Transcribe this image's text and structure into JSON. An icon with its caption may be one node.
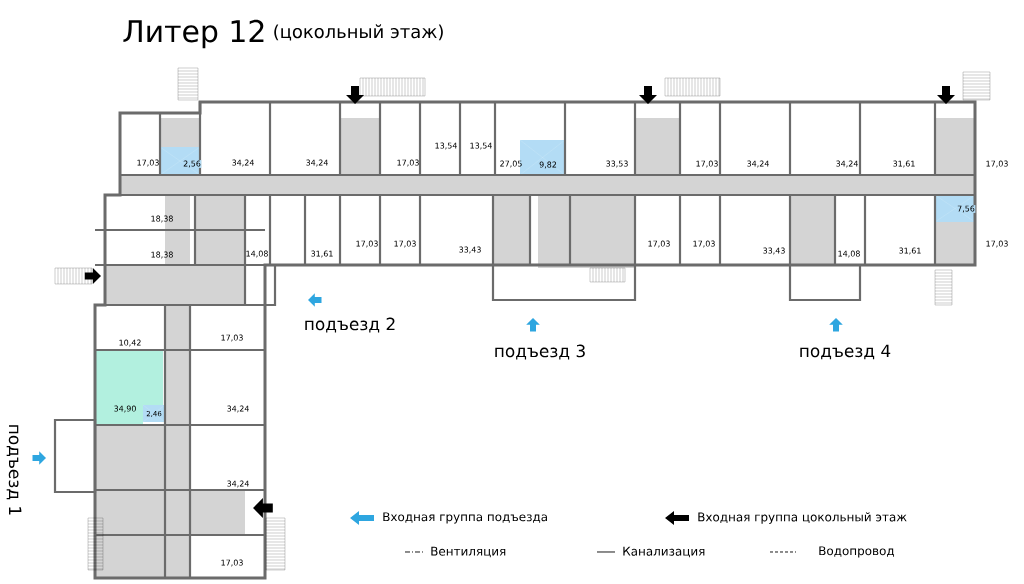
{
  "diagram": {
    "title": "Литер 12",
    "labels": [
      "(цокольный этаж)",
      "17,03",
      "2,56",
      "34,24",
      "34,24",
      "17,03",
      "13,54",
      "13,54",
      "27,05",
      "9,82",
      "33,53",
      "17,03",
      "34,24",
      "34,24",
      "31,61",
      "17,03",
      "18,38",
      "18,38",
      "14,08",
      "31,61",
      "17,03",
      "17,03",
      "33,43",
      "17,03",
      "17,03",
      "33,43",
      "14,08",
      "31,61",
      "7,56",
      "17,03",
      "подъезд 2",
      "подъезд 3",
      "подъезд 4",
      "10,42",
      "17,03",
      "34,90",
      "2,46",
      "34,24",
      "подъезд 1",
      "34,24",
      "17,03"
    ],
    "legend": [
      {
        "text": "Входная группа подъезда"
      },
      {
        "text": "Входная группа цокольный этаж"
      },
      {
        "text": "Вентиляция"
      },
      {
        "text": "Канализация"
      },
      {
        "text": "Водопровод"
      }
    ]
  }
}
